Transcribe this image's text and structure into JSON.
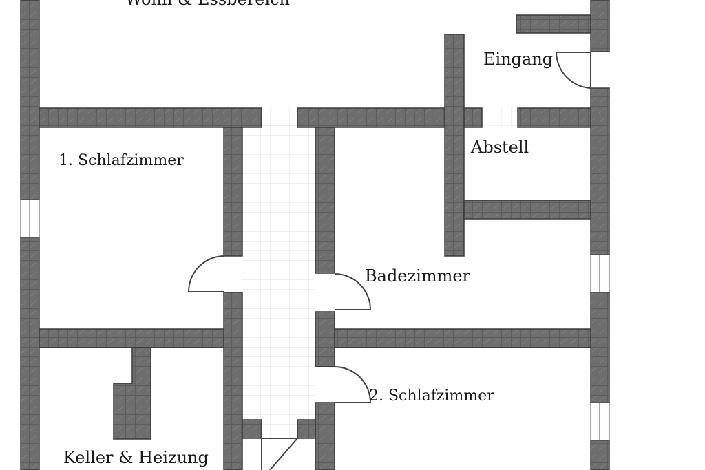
{
  "rooms": {
    "wohn": "Wohn & Essbereich",
    "eingang": "Eingang",
    "abstell": "Abstell",
    "schlaf1": "1. Schlafzimmer",
    "bad": "Badezimmer",
    "schlaf2": "2. Schlafzimmer",
    "keller": "Keller & Heizung"
  },
  "colors": {
    "wall": "#707070",
    "wall_dark": "#3a3a3a",
    "grid": "#d4d4d4",
    "text": "#1a1a1a",
    "background": "#ffffff"
  }
}
